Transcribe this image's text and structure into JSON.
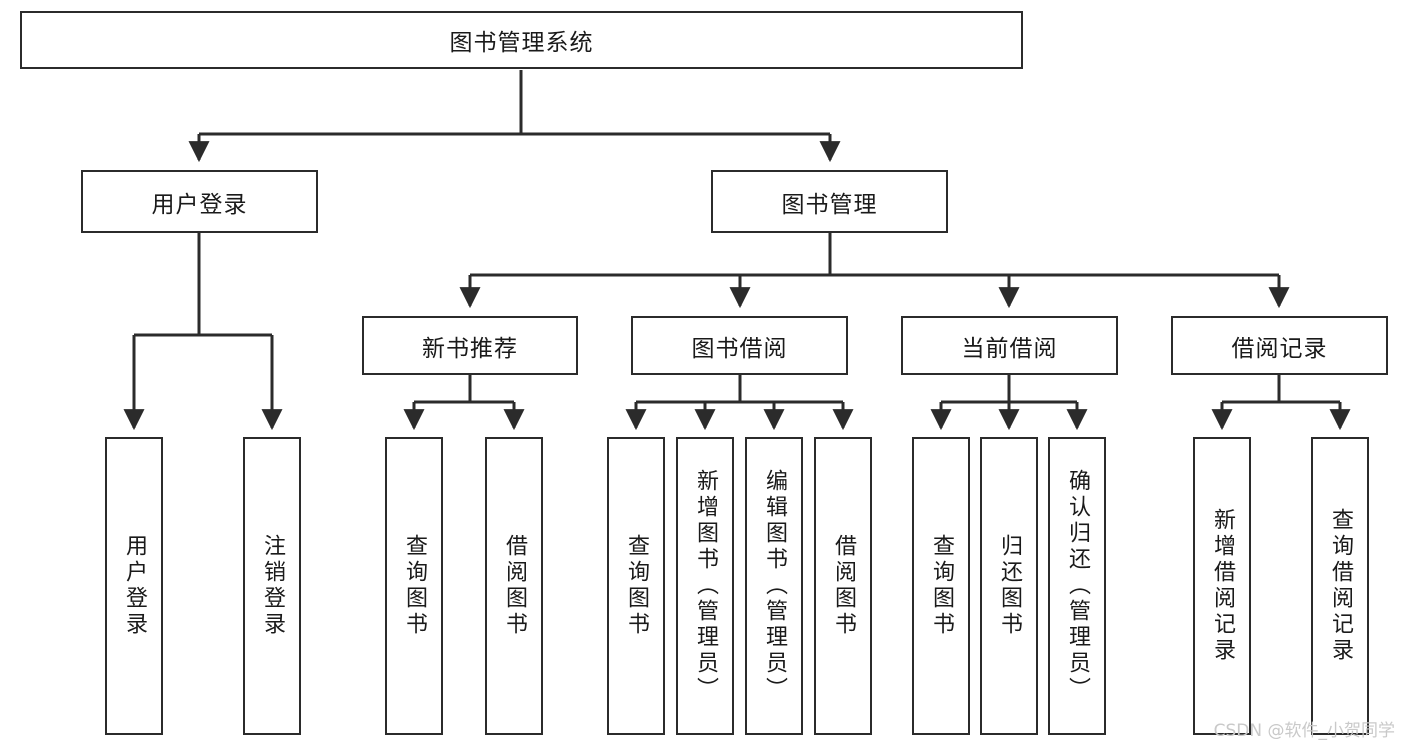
{
  "diagram": {
    "title": "图书管理系统",
    "watermark": "CSDN @软件_小贺同学",
    "colors": {
      "box_border": "#2b2b2b",
      "box_fill": "#ffffff",
      "connector": "#2b2b2b",
      "text": "#1a1a1a",
      "watermark": "#c9c9c9",
      "background": "#ffffff"
    },
    "root": {
      "label": "图书管理系统"
    },
    "level2": [
      {
        "label": "用户登录"
      },
      {
        "label": "图书管理"
      }
    ],
    "level3": [
      {
        "label": "新书推荐"
      },
      {
        "label": "图书借阅"
      },
      {
        "label": "当前借阅"
      },
      {
        "label": "借阅记录"
      }
    ],
    "leaves": {
      "user_login": [
        {
          "label": "用户登录"
        },
        {
          "label": "注销登录"
        }
      ],
      "new_book_recommend": [
        {
          "label": "查询图书"
        },
        {
          "label": "借阅图书"
        }
      ],
      "book_borrow": [
        {
          "label": "查询图书"
        },
        {
          "label": "新增图书（管理员）"
        },
        {
          "label": "编辑图书（管理员）"
        },
        {
          "label": "借阅图书"
        }
      ],
      "current_borrow": [
        {
          "label": "查询图书"
        },
        {
          "label": "归还图书"
        },
        {
          "label": "确认归还（管理员）"
        }
      ],
      "borrow_record": [
        {
          "label": "新增借阅记录"
        },
        {
          "label": "查询借阅记录"
        }
      ]
    }
  }
}
